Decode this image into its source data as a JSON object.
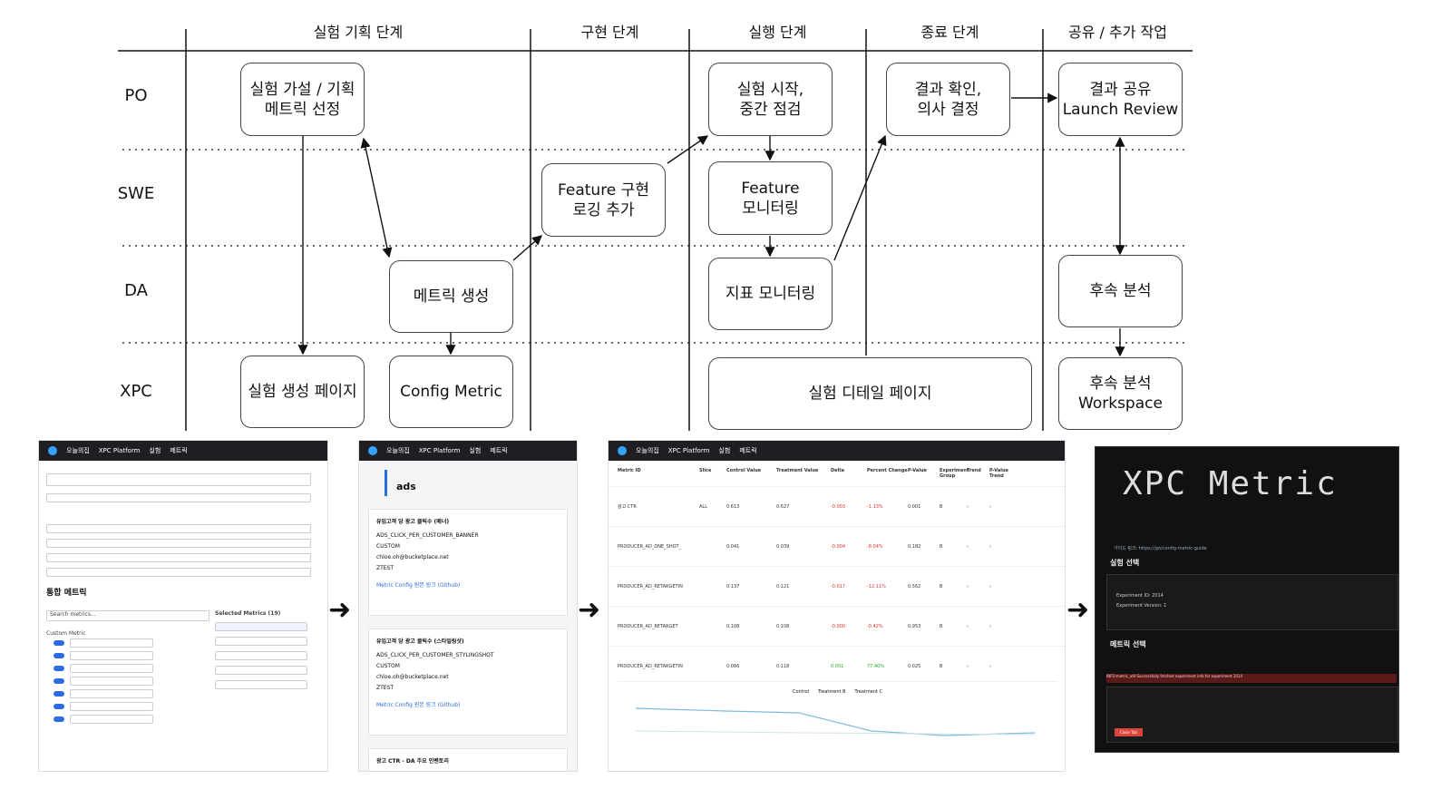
{
  "phases": [
    "실험 기획 단계",
    "구현 단계",
    "실행 단계",
    "종료 단계",
    "공유 / 추가 작업"
  ],
  "lanes": [
    "PO",
    "SWE",
    "DA",
    "XPC"
  ],
  "boxes": {
    "hypothesis": "실험 가설 / 기획\n메트릭 선정",
    "start_check": "실험 시작,\n중간 점검",
    "result_decision": "결과 확인,\n의사 결정",
    "share": "결과 공유\nLaunch Review",
    "feature_impl": "Feature 구현\n로깅 추가",
    "feature_monitor": "Feature\n모니터링",
    "metric_create": "메트릭 생성",
    "kpi_monitor": "지표 모니터링",
    "followup": "후속 분석",
    "exp_create_page": "실험 생성 페이지",
    "config_metric": "Config Metric",
    "exp_detail_page": "실험 디테일 페이지",
    "followup_ws": "후속 분석\nWorkspace"
  },
  "screens": {
    "brand": "오늘의집",
    "platform": "XPC Platform",
    "nav1": "실험",
    "nav2": "메트릭",
    "s1": {
      "section": "통합 메트릭",
      "selected": "Selected Metrics (19)",
      "custom": "Custom Metric",
      "search": "Search metrics..."
    },
    "s2": {
      "header": "ads",
      "card1_title": "유입고객 당 광고 클릭수 (배너)",
      "card1_id": "ADS_CLICK_PER_CUSTOMER_BANNER",
      "card2_title": "유입고객 당 광고 클릭수 (스타일링샷)",
      "card2_id": "ADS_CLICK_PER_CUSTOMER_STYLINGSHOT",
      "card3_title": "광고 CTR - DA 주요 인벤토리",
      "type": "CUSTOM",
      "owner": "chloe.oh@bucketplace.net",
      "test": "ZTEST",
      "link": "Metric Config 원본 링크 (Github)"
    },
    "s3": {
      "headers": [
        "Metric ID",
        "Slice",
        "Control Value",
        "Treatment Value",
        "Delta",
        "Percent Change",
        "P-Value",
        "Experiment Group",
        "Trend",
        "P-Value Trend"
      ],
      "rows": [
        {
          "name": "광고 CTR",
          "slice": "ALL",
          "ctrl": "0.613",
          "treat": "0.627",
          "delta": "-0.003",
          "pct": "-1.13%",
          "p": "0.001",
          "g": "B"
        },
        {
          "name": "PRODUCER_AD_ONE_SHOT_",
          "slice": "",
          "ctrl": "0.041",
          "treat": "0.039",
          "delta": "-0.004",
          "pct": "-8.04%",
          "p": "0.182",
          "g": "B"
        },
        {
          "name": "PRODUCER_AD_RETARGETIN",
          "slice": "",
          "ctrl": "0.137",
          "treat": "0.121",
          "delta": "-0.017",
          "pct": "-12.11%",
          "p": "0.562",
          "g": "B"
        },
        {
          "name": "PRODUCER_AD_RETARGET",
          "slice": "",
          "ctrl": "0.108",
          "treat": "0.108",
          "delta": "-0.000",
          "pct": "-0.42%",
          "p": "0.953",
          "g": "B"
        },
        {
          "name": "PRODUCER_AD_RETARGETIN",
          "slice": "",
          "ctrl": "0.066",
          "treat": "0.118",
          "delta": "0.051",
          "pct": "77.40%",
          "p": "0.025",
          "g": "B"
        }
      ],
      "legend": [
        "Control",
        "Treatment B",
        "Treatment C"
      ]
    },
    "s4": {
      "title": "XPC Metric",
      "guide": "가이드 링크: https://go/config-metric-guide",
      "select_exp": "실험 선택",
      "select_metric": "메트릭 선택",
      "exp_id_label": "Experiment ID:",
      "exp_id": "2014",
      "exp_version_label": "Experiment Version:",
      "exp_version": "1",
      "success": "INFO:metric_util:Successfully fetched experiment info for experiment 2014",
      "close": "Close Tab"
    }
  },
  "colors": {
    "accent": "#2d6cdf",
    "dark": "#1f1f23"
  }
}
